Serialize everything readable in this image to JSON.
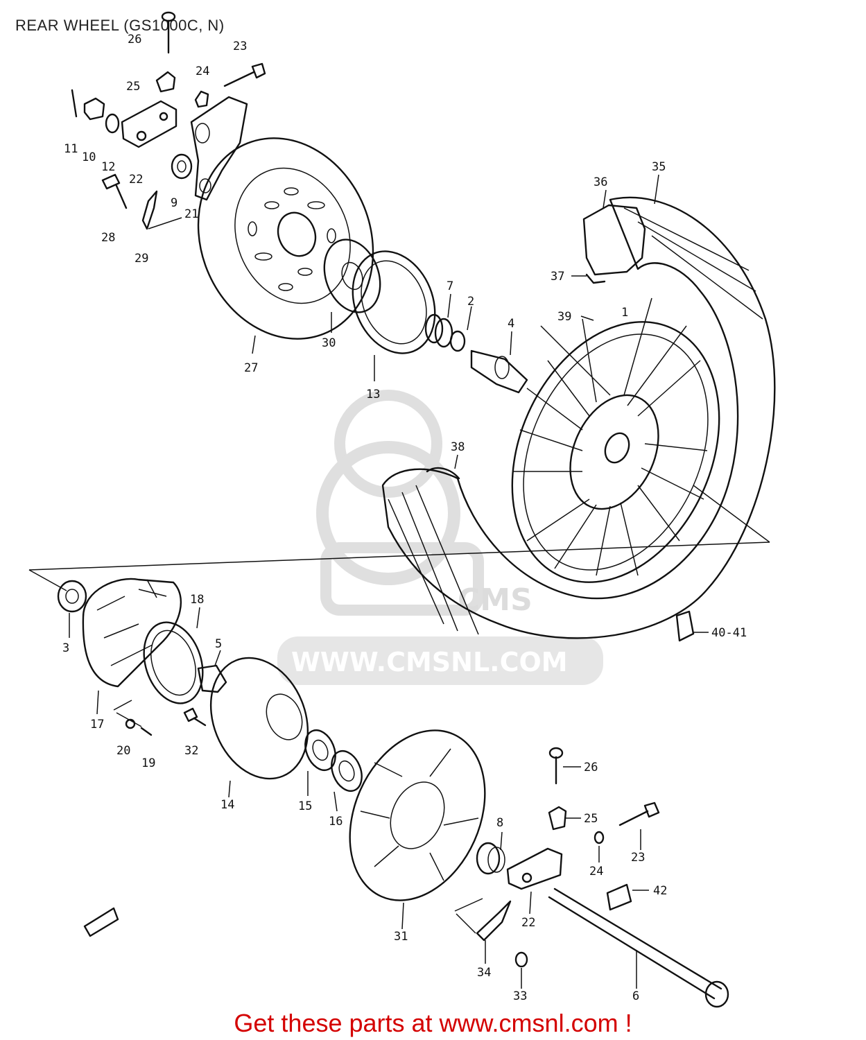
{
  "title": "REAR WHEEL (GS1000C, N)",
  "watermark": {
    "text": "WWW.CMSNL.COM",
    "logo": "CMS"
  },
  "footer": "Get these parts at www.cmsnl.com !",
  "part_labels": [
    "26",
    "23",
    "25",
    "24",
    "11",
    "10",
    "12",
    "22",
    "9",
    "28",
    "29",
    "21",
    "27",
    "30",
    "13",
    "7",
    "2",
    "4",
    "36",
    "35",
    "37",
    "39",
    "1",
    "38",
    "3",
    "18",
    "5",
    "17",
    "20",
    "19",
    "32",
    "14",
    "15",
    "16",
    "31",
    "8",
    "22",
    "26",
    "25",
    "24",
    "23",
    "42",
    "34",
    "33",
    "6",
    "40-41"
  ],
  "colors": {
    "line": "#111111",
    "footer": "#d40000",
    "watermark": "#d9d9d9"
  }
}
